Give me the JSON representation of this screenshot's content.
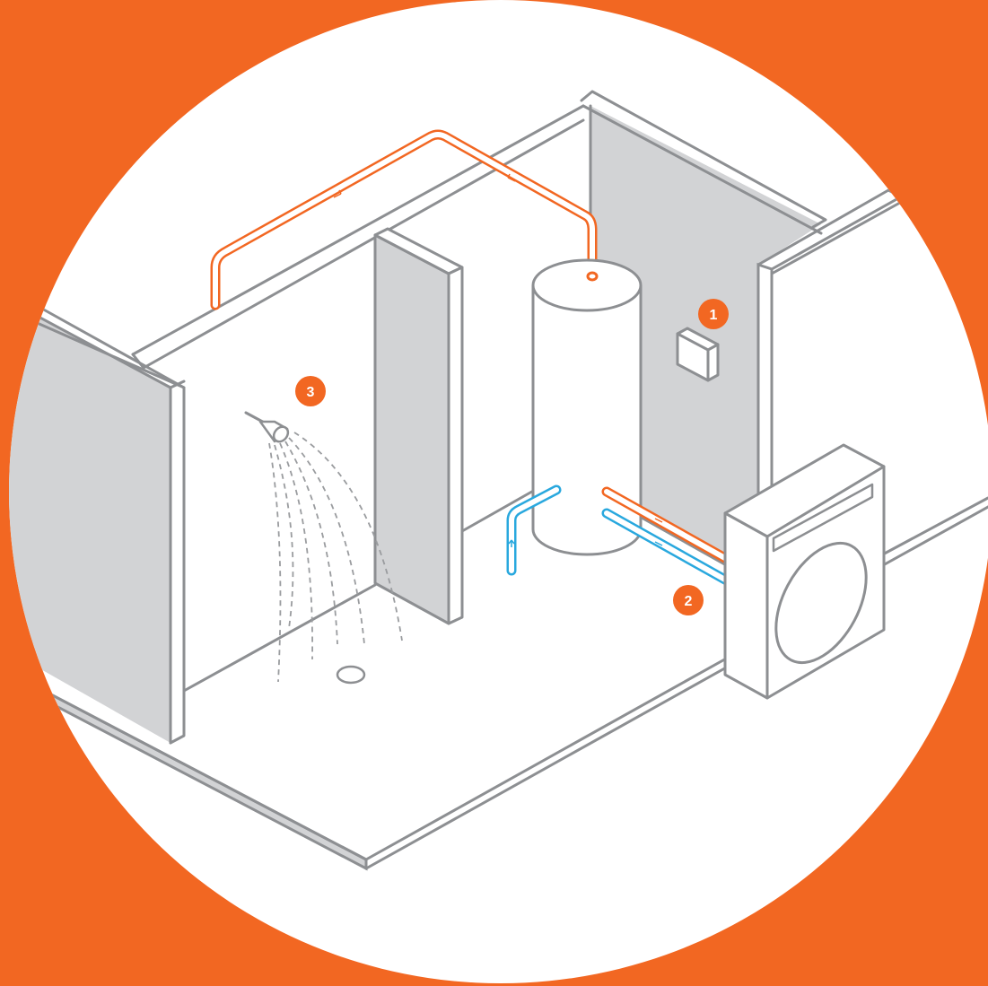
{
  "colors": {
    "background": "#f26722",
    "circle": "#ffffff",
    "wall_fill": "#d2d3d5",
    "outline": "#8d8f92",
    "hot_pipe": "#f26722",
    "cold_pipe": "#29a8de",
    "badge": "#f26722"
  },
  "icons": {
    "controller": "wall-controller-icon",
    "water_tank": "hot-water-cylinder-icon",
    "heat_pump": "outdoor-heat-pump-unit-icon",
    "shower": "shower-head-icon",
    "drain": "floor-drain-icon"
  },
  "callouts": [
    {
      "label": "1"
    },
    {
      "label": "2"
    },
    {
      "label": "3"
    }
  ]
}
